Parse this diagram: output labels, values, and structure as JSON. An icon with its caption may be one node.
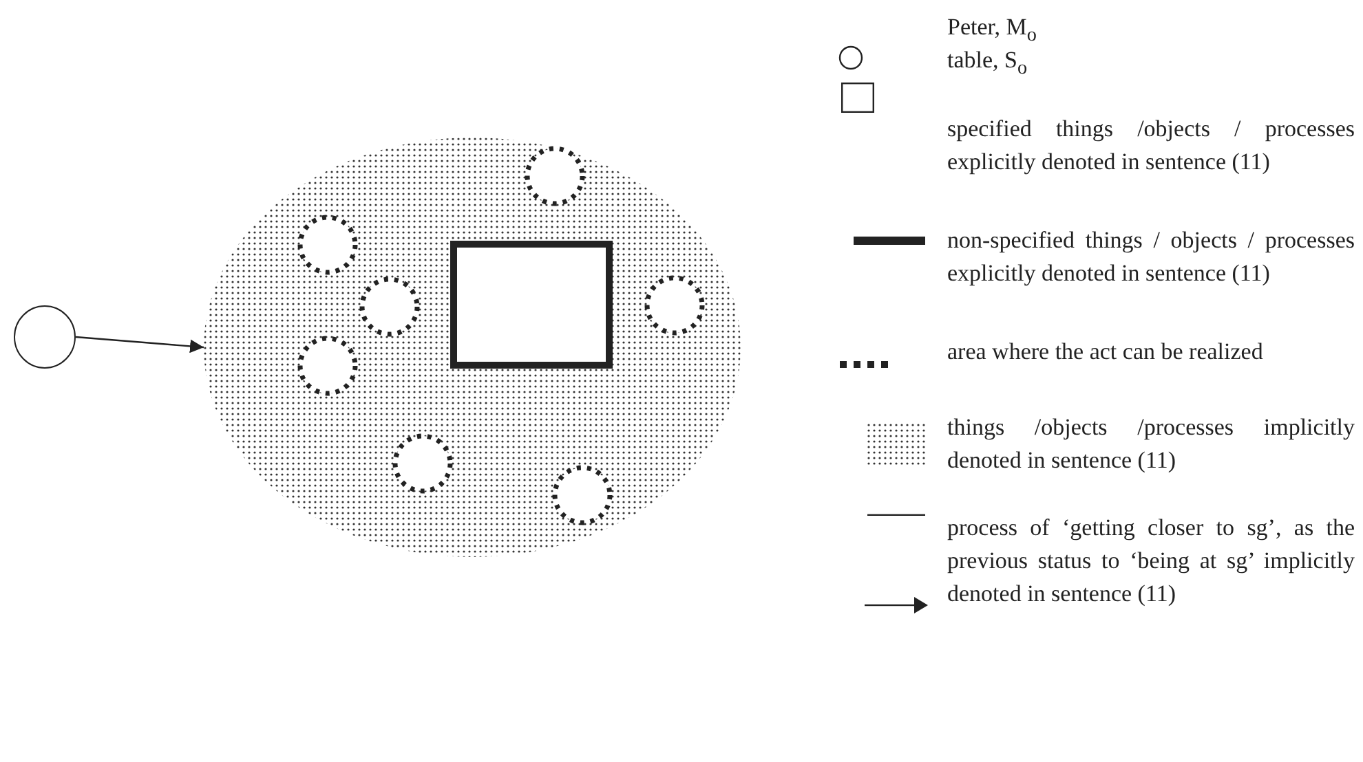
{
  "diagram": {
    "nodes": [
      {
        "text": [],
        "shape": "circle"
      },
      {
        "text": [],
        "shape": "ellipse"
      },
      {
        "text": [],
        "shape": "box",
        "in": 1
      },
      {
        "text": [],
        "shape": "circle",
        "in": 1
      },
      {
        "text": [],
        "shape": "circle",
        "in": 1
      },
      {
        "text": [],
        "shape": "circle",
        "in": 1
      },
      {
        "text": [],
        "shape": "circle",
        "in": 1
      },
      {
        "text": [],
        "shape": "circle",
        "in": 1
      },
      {
        "text": [],
        "shape": "circle",
        "in": 1
      },
      {
        "text": [],
        "shape": "circle",
        "in": 1
      }
    ],
    "edges": [
      {
        "from": 0,
        "to": 1,
        "arrow": "to"
      }
    ],
    "legend": [
      {
        "text": "Peter, M$_{o}$"
      },
      {
        "text": "table, S$_{o}$"
      },
      {
        "text": "specified things /objects / processes explicitly denoted in sentence (11)"
      },
      {
        "text": "non-specified things / objects / processes explicitly denoted in sentence (11)"
      },
      {
        "text": "area where the act can be realized"
      },
      {
        "text": "things /objects /processes implicitly denoted in sentence (11)"
      },
      {
        "text": "process of ‘getting closer to sg’, as the previous status to ‘being at sg’ implicitly denoted in sentence (11)"
      }
    ]
  }
}
